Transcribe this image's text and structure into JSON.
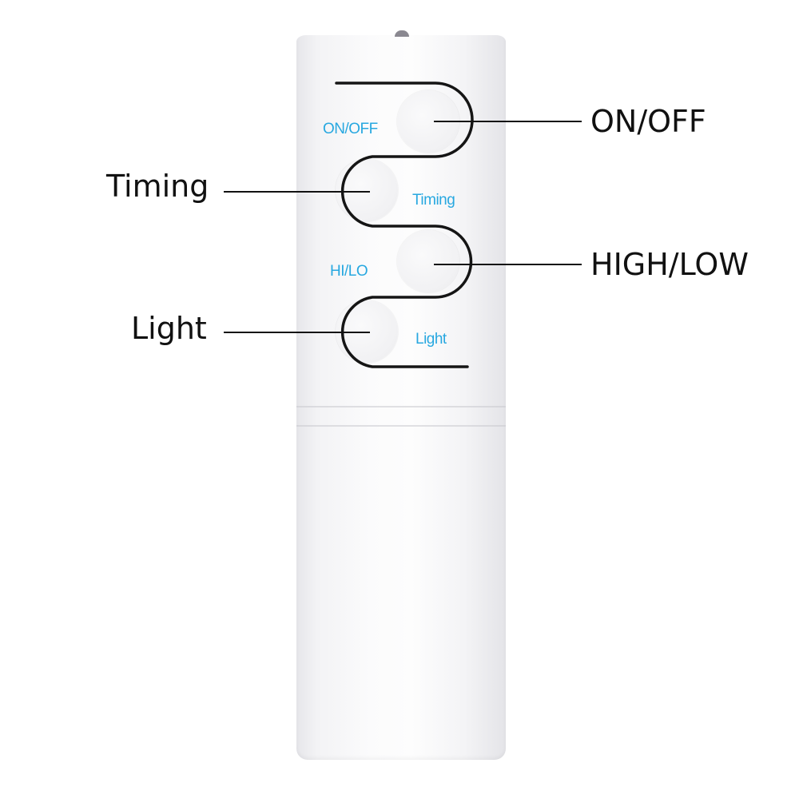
{
  "product": {
    "type": "remote-control",
    "body_color": "#f7f7f9",
    "print_color": "#28a8e0"
  },
  "printed_labels": {
    "on_off": "ON/OFF",
    "timing": "Timing",
    "hi_lo": "HI/LO",
    "light": "Light"
  },
  "callouts": {
    "on_off": "ON/OFF",
    "timing": "Timing",
    "high_low": "HIGH/LOW",
    "light": "Light"
  }
}
